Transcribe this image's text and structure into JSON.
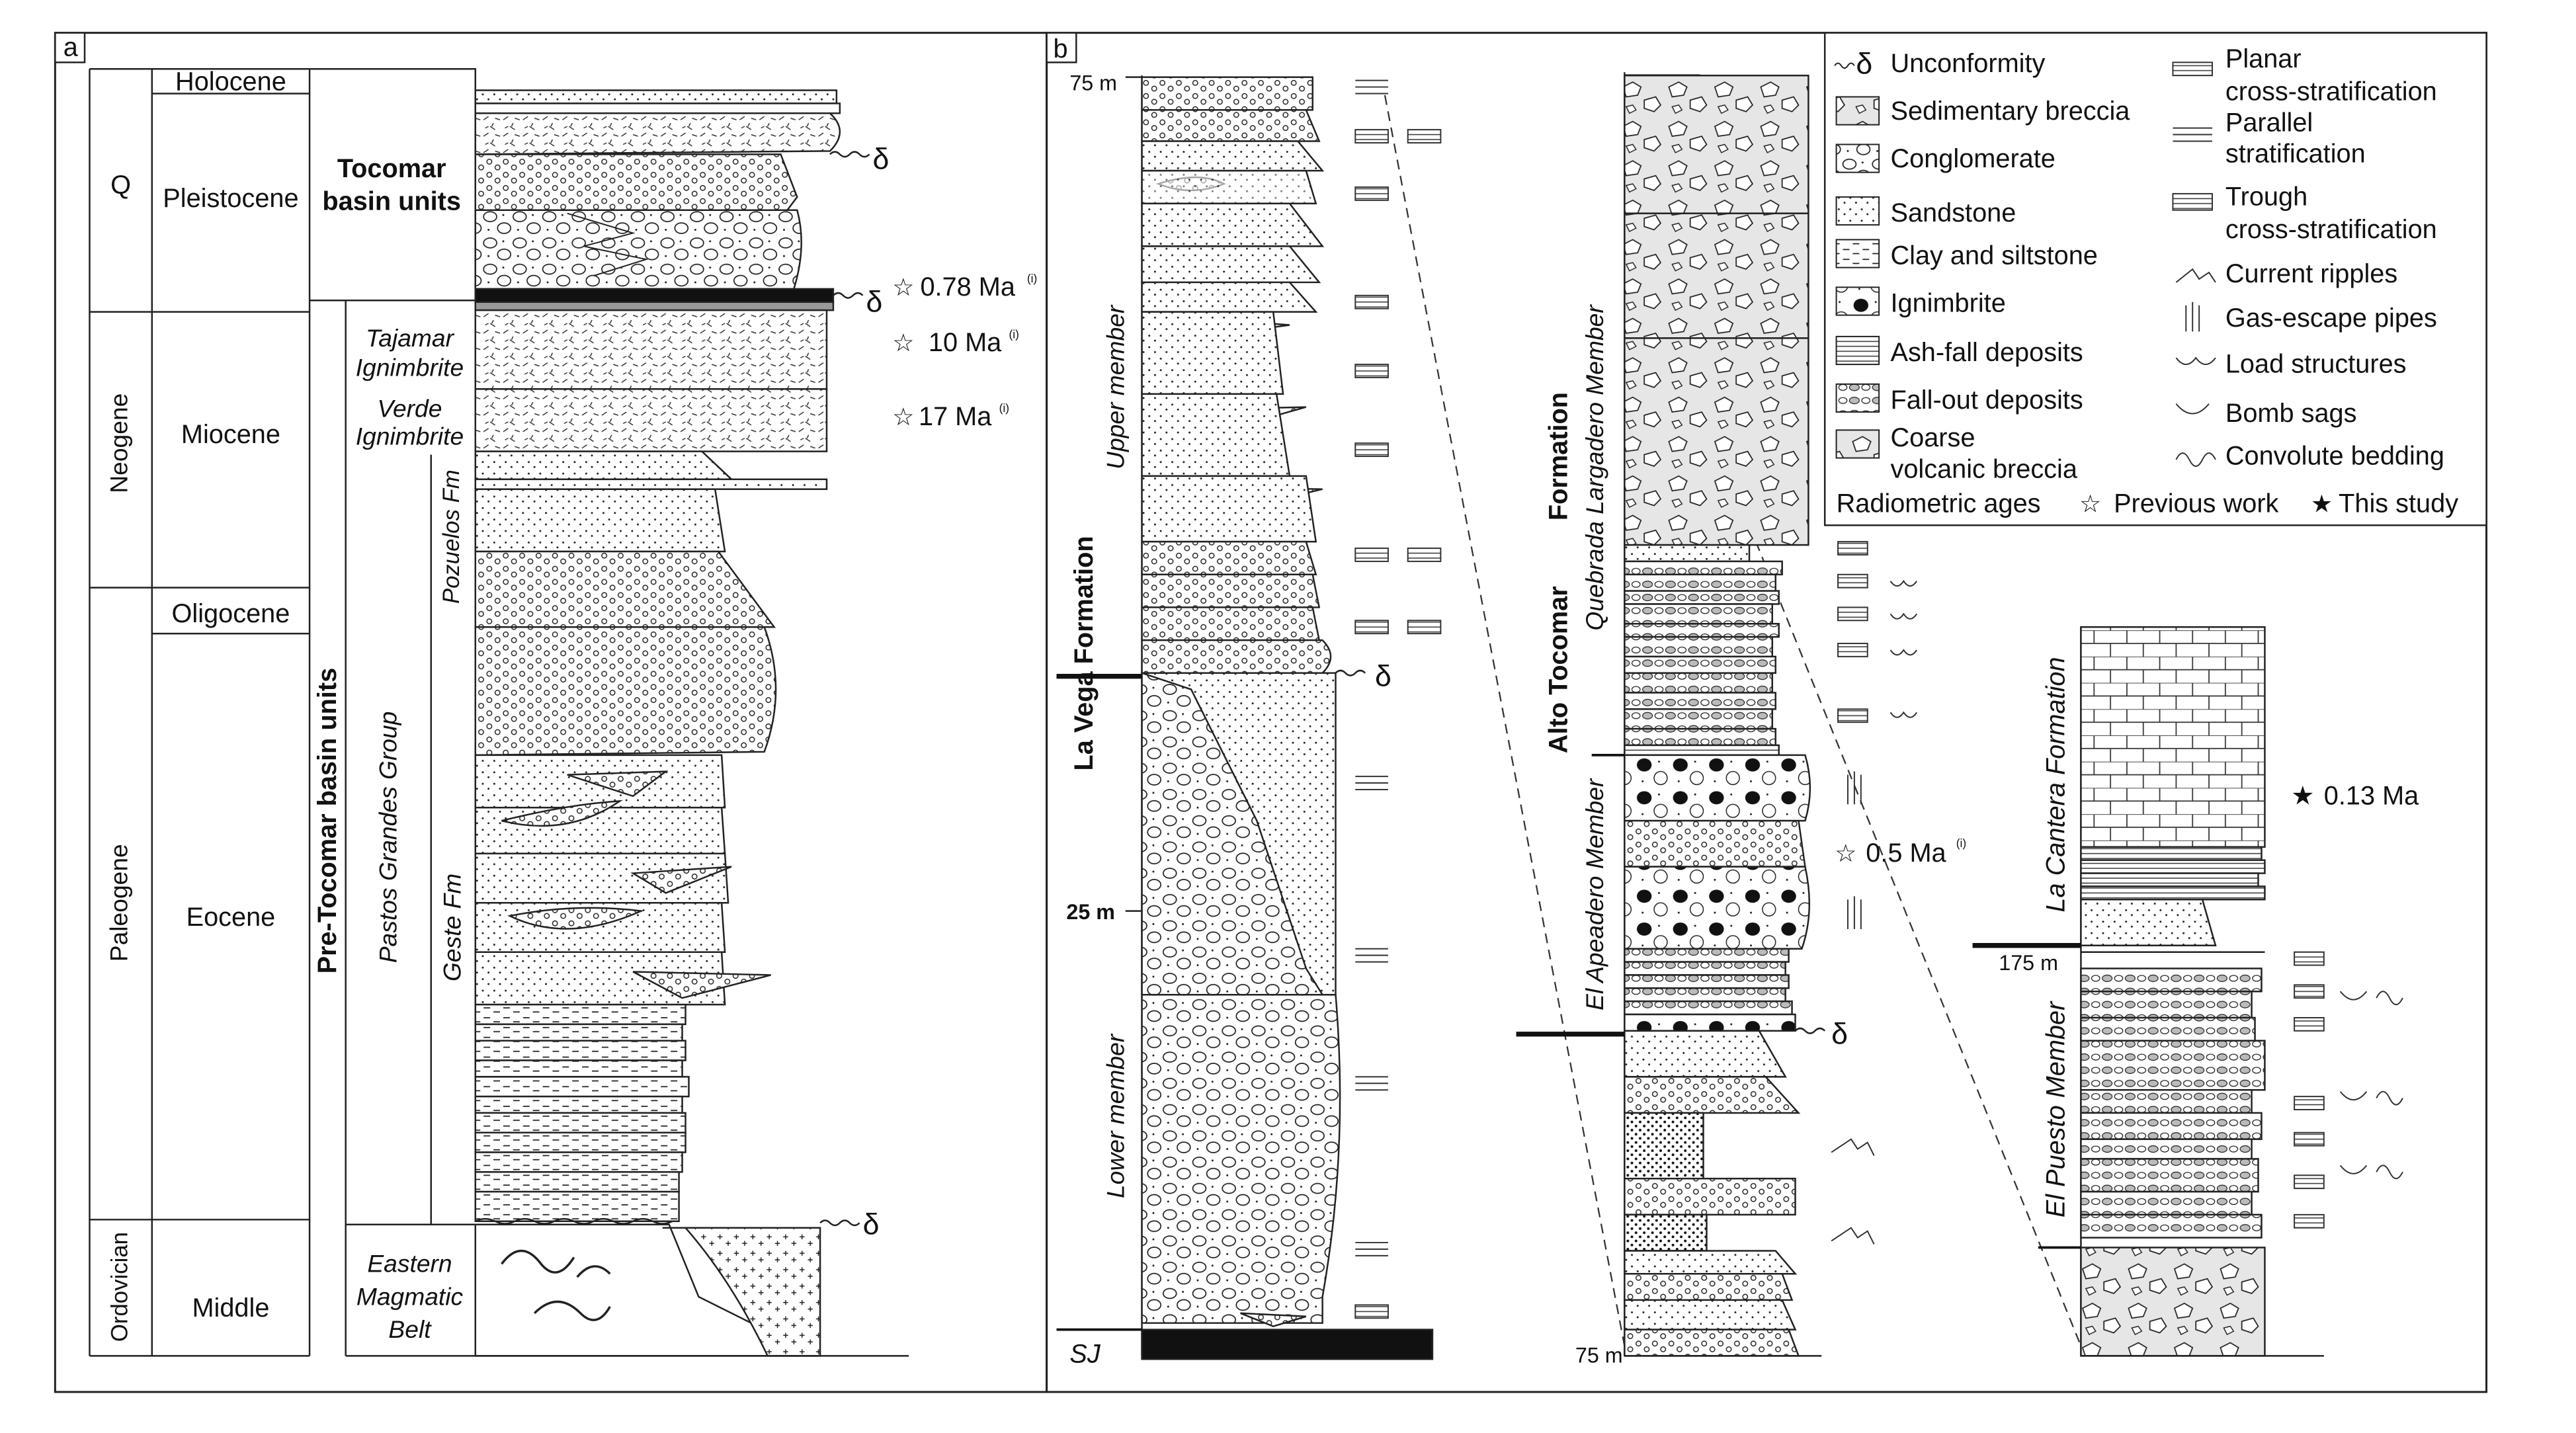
{
  "panel_a": {
    "label": "a",
    "periods": {
      "q": "Q",
      "neogene": "Neogene",
      "paleogene": "Paleogene",
      "ordovician": "Ordovician"
    },
    "epochs": {
      "holocene": "Holocene",
      "pleistocene": "Pleistocene",
      "miocene": "Miocene",
      "oligocene": "Oligocene",
      "eocene": "Eocene",
      "middle": "Middle"
    },
    "units": {
      "tocomar_1": "Tocomar",
      "tocomar_2": "basin units",
      "pre_tocomar": "Pre-Tocomar basin units",
      "pastos_grandes": "Pastos Grandes Group",
      "tajamar_1": "Tajamar",
      "tajamar_2": "Ignimbrite",
      "verde_1": "Verde",
      "verde_2": "Ignimbrite",
      "pozuelos": "Pozuelos Fm",
      "geste": "Geste Fm",
      "eastern_1": "Eastern",
      "eastern_2": "Magmatic",
      "eastern_3": "Belt"
    },
    "ages": {
      "a078": "0.78 Ma",
      "a10": "10 Ma",
      "a17": "17 Ma"
    },
    "ref": "(i)",
    "delta": "δ"
  },
  "panel_b": {
    "label": "b",
    "depths": {
      "d75_top": "75 m",
      "d25": "25 m",
      "d75_bottom": "75 m",
      "d175": "175 m"
    },
    "formations": {
      "la_vega": "La Vega Formation",
      "upper_member": "Upper member",
      "lower_member": "Lower member",
      "sj": "SJ",
      "alto_tocomar_1": "Alto Tocomar",
      "alto_tocomar_2": "Formation",
      "quebrada": "Quebrada Largadero Member",
      "el_apeadero": "El Apeadero Member",
      "la_cantera": "La Cantera Formation",
      "el_puesto": "El Puesto Member"
    },
    "ages": {
      "a05": "0.5 Ma",
      "a013": "0.13 Ma"
    },
    "ref": "(i)",
    "delta": "δ"
  },
  "legend": {
    "col1": [
      "Unconformity",
      "Sedimentary breccia",
      "Conglomerate",
      "Sandstone",
      "Clay and siltstone",
      "Ignimbrite",
      "Ash-fall deposits",
      "Fall-out deposits",
      "Coarse",
      "volcanic breccia"
    ],
    "col2": [
      "Planar",
      "cross-stratification",
      "Parallel",
      "stratification",
      "Trough",
      "cross-stratification",
      "Current ripples",
      "Gas-escape pipes",
      "Load structures",
      "Bomb sags",
      "Convolute bedding"
    ],
    "radiometric": "Radiometric ages",
    "previous": "Previous work",
    "this_study": "This study",
    "delta": "δ"
  }
}
